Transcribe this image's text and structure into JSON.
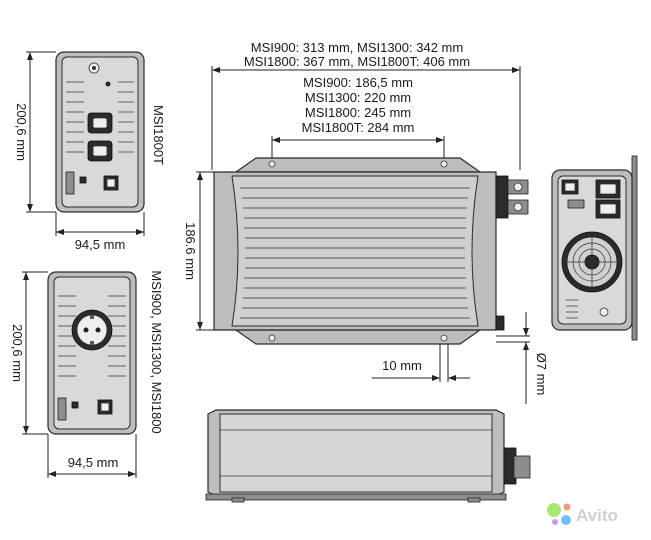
{
  "labels": {
    "top_width_line1": "MSI900: 313 mm, MSI1300: 342 mm",
    "top_width_line2": "MSI1800: 367 mm, MSI1800T: 406 mm",
    "hole_line1": "MSI900: 186,5 mm",
    "hole_line2": "MSI1300: 220 mm",
    "hole_line3": "MSI1800: 245 mm",
    "hole_line4": "MSI1800T: 284 mm",
    "side_height_top": "200,6 mm",
    "side_height_bottom": "200,6 mm",
    "side_width_top": "94,5 mm",
    "side_width_bottom": "94,5 mm",
    "model_top": "MSI1800T",
    "model_bottom": "MSI900, MSI1300, MSI1800",
    "body_height": "186.6 mm",
    "foot_width": "10 mm",
    "hole_dia": "Ø7 mm"
  },
  "watermark": {
    "text": "Avito",
    "colors": [
      "#9be35e",
      "#5ab7f0",
      "#f08a5d",
      "#b48ce8"
    ]
  }
}
